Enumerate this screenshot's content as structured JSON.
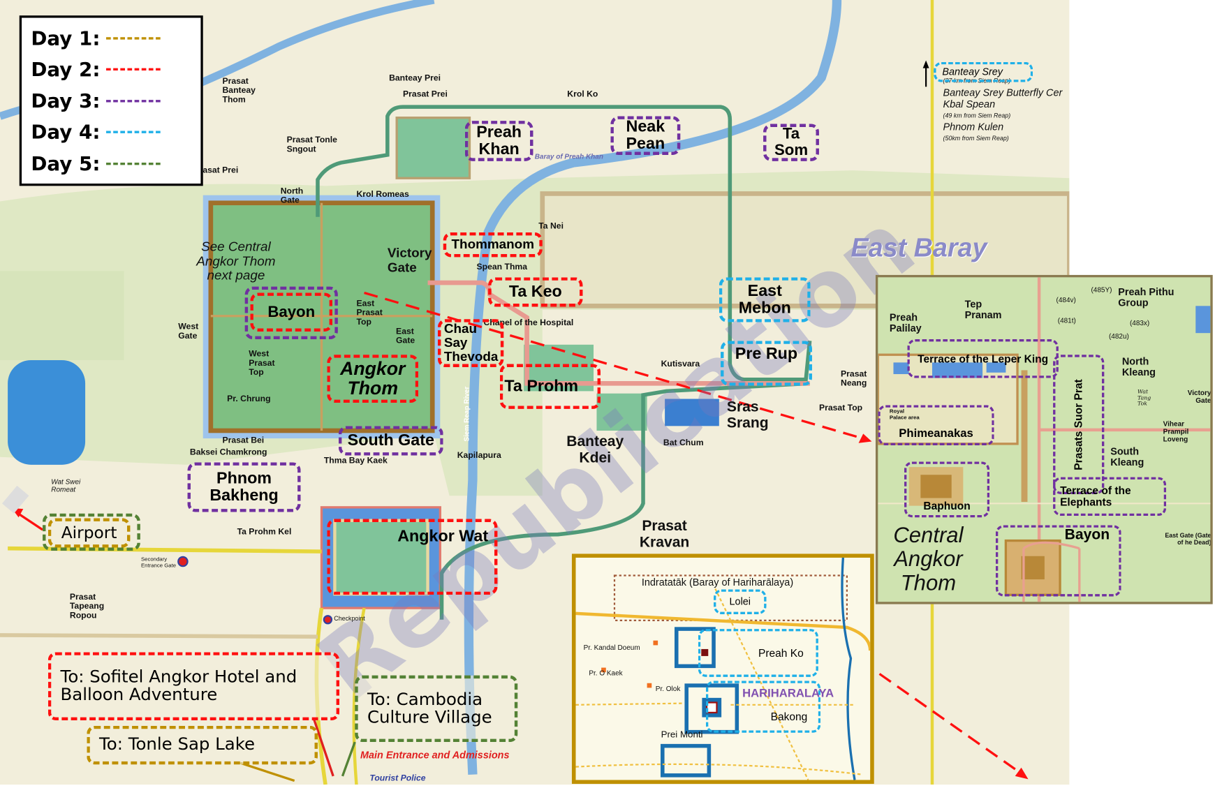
{
  "legend": {
    "items": [
      {
        "label": "Day 1:",
        "color": "#bf9000"
      },
      {
        "label": "Day 2:",
        "color": "#ff1010"
      },
      {
        "label": "Day 3:",
        "color": "#7030a0"
      },
      {
        "label": "Day 4:",
        "color": "#1fb0e8"
      },
      {
        "label": "Day 5:",
        "color": "#548235"
      }
    ]
  },
  "highlighted": {
    "day1": [
      "Airport",
      "To: Tonle Sap Lake"
    ],
    "day2": [
      "Bayon",
      "Angkor Thom",
      "Thommanom",
      "Ta Keo",
      "Chau Say Thevoda",
      "Ta Prohm",
      "Angkor Wat",
      "To: Sofitel Angkor Hotel and Balloon Adventure"
    ],
    "day3": [
      "Preah Khan",
      "Neak Pean",
      "Ta Som",
      "Bayon",
      "South Gate",
      "Phnom Bakheng",
      "Terrace of the Leper King",
      "Phimeanakas",
      "Baphuon",
      "Prasats Suor Prat",
      "Terrace of the Elephants"
    ],
    "day4": [
      "East Mebon",
      "Pre Rup",
      "Banteay Srey",
      "Lolei",
      "Preah Ko",
      "Bakong"
    ],
    "day5": [
      "Airport",
      "To: Cambodia Culture Village"
    ]
  },
  "boxes": {
    "preah_khan": "Preah Khan",
    "neak_pean": "Neak Pean",
    "ta_som": "Ta Som",
    "bayon": "Bayon",
    "south_gate": "South Gate",
    "phnom_bakheng": "Phnom Bakheng",
    "angkor_thom": "Angkor Thom",
    "thommanom": "Thommanom",
    "ta_keo": "Ta Keo",
    "chau_say": "Chau Say Thevoda",
    "ta_prohm": "Ta Prohm",
    "angkor_wat": "Angkor Wat",
    "east_mebon": "East Mebon",
    "pre_rup": "Pre Rup",
    "banteay_srey": "Banteay Srey",
    "airport": "Airport",
    "sofitel": "To: Sofitel Angkor Hotel and Balloon Adventure",
    "culture_village": "To: Cambodia Culture Village",
    "tonle_sap": "To: Tonle Sap Lake"
  },
  "labels": {
    "prasat_banteay_thom": "Prasat Banteay Thom",
    "prasat_tonle_sngout": "Prasat Tonle Sngout",
    "prasat_prei_w": "Prasat Prei",
    "banteay_prei": "Banteay Prei",
    "prasat_prei": "Prasat Prei",
    "krol_ko": "Krol Ko",
    "baray_preah_khan": "Baray of Preah Khan",
    "north_gate": "North Gate",
    "krol_romeas": "Krol Romeas",
    "ta_nei": "Ta Nei",
    "see_central": "See Central Angkor Thom next page",
    "victory_gate": "Victory Gate",
    "spean_thma": "Spean Thma",
    "chapel": "Chapel of the Hospital",
    "east_prasat_top": "East Prasat Top",
    "east_gate": "East Gate",
    "west_gate": "West Gate",
    "west_prasat_top": "West Prasat Top",
    "pr_chrung": "Pr. Chrung",
    "siem_reap_river": "Siem Reap River",
    "kutisvara": "Kutisvara",
    "east_baray": "East Baray",
    "prasat_neang": "Prasat Neang",
    "prasat_top": "Prasat Top",
    "sras_srang": "Sras Srang",
    "banteay_kdei": "Banteay Kdei",
    "bat_chum": "Bat Chum",
    "prasat_bei": "Prasat Bei",
    "baksei": "Baksei Chamkrong",
    "thma_bay_kaek": "Thma Bay Kaek",
    "kapilapura": "Kapilapura",
    "wat_swei_romeat": "Wat Swei Romeat",
    "ta_prohm_kel": "Ta Prohm Kel",
    "secondary_gate": "Secondary Entrance Gate",
    "prasat_kravan": "Prasat Kravan",
    "prasat_tapeang": "Prasat Tapeang Ropou",
    "checkpoint": "Checkpoint",
    "main_entrance": "Main Entrance and Admissions",
    "tourist_police": "Tourist Police",
    "banteay_srey_dist": "(37 km from Siem Reap)",
    "butterfly": "Banteay Srey Butterfly Cer",
    "kbal_spean": "Kbal Spean",
    "kbal_dist": "(49 km from Siem Reap)",
    "phnom_kulen": "Phnom Kulen",
    "kulen_dist": "(50km from Siem Reap)",
    "watermark": "Republication"
  },
  "inset_central": {
    "title": "Central Angkor Thom",
    "preah_palilay": "Preah Palilay",
    "tep_pranam": "Tep Pranam",
    "preah_pithu": "Preah Pithu Group",
    "c485": "(485Y)",
    "c484": "(484v)",
    "c481": "(481t)",
    "c483": "(483x)",
    "c482": "(482u)",
    "leper_king": "Terrace of the Leper King",
    "royal_palace": "Royal Palace area",
    "phimeanakas": "Phimeanakas",
    "suor_prat": "Prasats Suor Prat",
    "north_kleang": "North Kleang",
    "wat_tang_tok": "Wat Tang Tok",
    "victory_gate": "Victory Gate",
    "vihear": "Vihear Prampil Loveng",
    "south_kleang": "South Kleang",
    "baphuon": "Baphuon",
    "elephants": "Terrace of the Elephants",
    "bayon": "Bayon",
    "east_gate": "East Gate (Gate of he Dead)"
  },
  "inset_roluos": {
    "indratataka": "Indratatāk (Baray of Hariharālaya)",
    "lolei": "Lolei",
    "kandal_doeum": "Pr. Kandal Doeum",
    "preah_ko": "Preah Ko",
    "o_kaek": "Pr. O Kaek",
    "olok": "Pr. Olok",
    "hariharalaya": "HARIHARALAYA",
    "bakong": "Bakong",
    "prei_monti": "Prei Monti"
  }
}
